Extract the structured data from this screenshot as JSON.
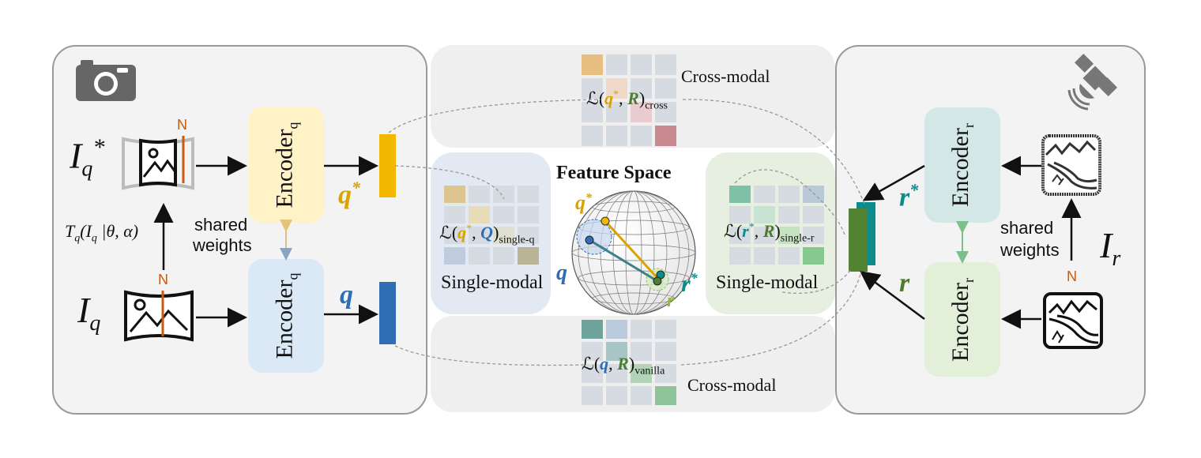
{
  "left_panel": {
    "query_aug_label": "I",
    "query_aug_sub": "q",
    "query_aug_sup": "*",
    "query_label": "I",
    "query_sub": "q",
    "transform_label": "T",
    "transform_sub": "q",
    "transform_args": "(I",
    "transform_args_sub": "q",
    "transform_params": " |θ, α)",
    "north_label_top": "N",
    "north_label_bottom": "N",
    "shared_label_1": "shared",
    "shared_label_2": "weights",
    "encoder_top": "Encoder",
    "encoder_top_sub": "q",
    "encoder_bottom": "Encoder",
    "encoder_bottom_sub": "q",
    "feat_top": "q",
    "feat_top_sup": "*",
    "feat_bottom": "q"
  },
  "middle_panel": {
    "cross_top_label": "Cross-modal",
    "cross_top_loss": "ℒ(",
    "cross_top_q": "q",
    "cross_top_q_sup": "*",
    "cross_top_r": "R",
    "cross_top_sub": "cross",
    "single_q_loss": "ℒ(",
    "single_q_q": "q",
    "single_q_sup": "*",
    "single_q_Q": "Q",
    "single_q_sub": "single-q",
    "single_q_label": "Single-modal",
    "feature_space": "Feature Space",
    "sphere_qstar": "q",
    "sphere_qstar_sup": "*",
    "sphere_q": "q",
    "sphere_rstar": "r",
    "sphere_rstar_sup": "*",
    "sphere_r": "r",
    "single_r_loss": "ℒ(",
    "single_r_r": "r",
    "single_r_sup": "*",
    "single_r_R": "R",
    "single_r_sub": "single-r",
    "single_r_label": "Single-modal",
    "cross_bottom_label": "Cross-modal",
    "cross_bottom_loss": "ℒ(",
    "cross_bottom_q": "q",
    "cross_bottom_r": "R",
    "cross_bottom_sub": "vanilla"
  },
  "right_panel": {
    "ref_label": "I",
    "ref_sub": "r",
    "north_label": "N",
    "shared_label_1": "shared",
    "shared_label_2": "weights",
    "encoder_top": "Encoder",
    "encoder_top_sub": "r",
    "encoder_bottom": "Encoder",
    "encoder_bottom_sub": "r",
    "feat_top": "r",
    "feat_top_sup": "*",
    "feat_bottom": "r"
  },
  "colors": {
    "q_star": "#d9a400",
    "q": "#2f6db5",
    "r_star": "#0e8c8c",
    "r": "#4e7d32",
    "north": "#c55a11",
    "enc_q_top": "#fff2c7",
    "enc_q_bottom": "#dbe8f5",
    "enc_r_top": "#d3e8e6",
    "enc_r_bottom": "#e2efd9"
  },
  "icons": [
    "camera-icon",
    "satellite-icon",
    "panorama-icon",
    "aerial-map-icon",
    "sphere-icon"
  ]
}
